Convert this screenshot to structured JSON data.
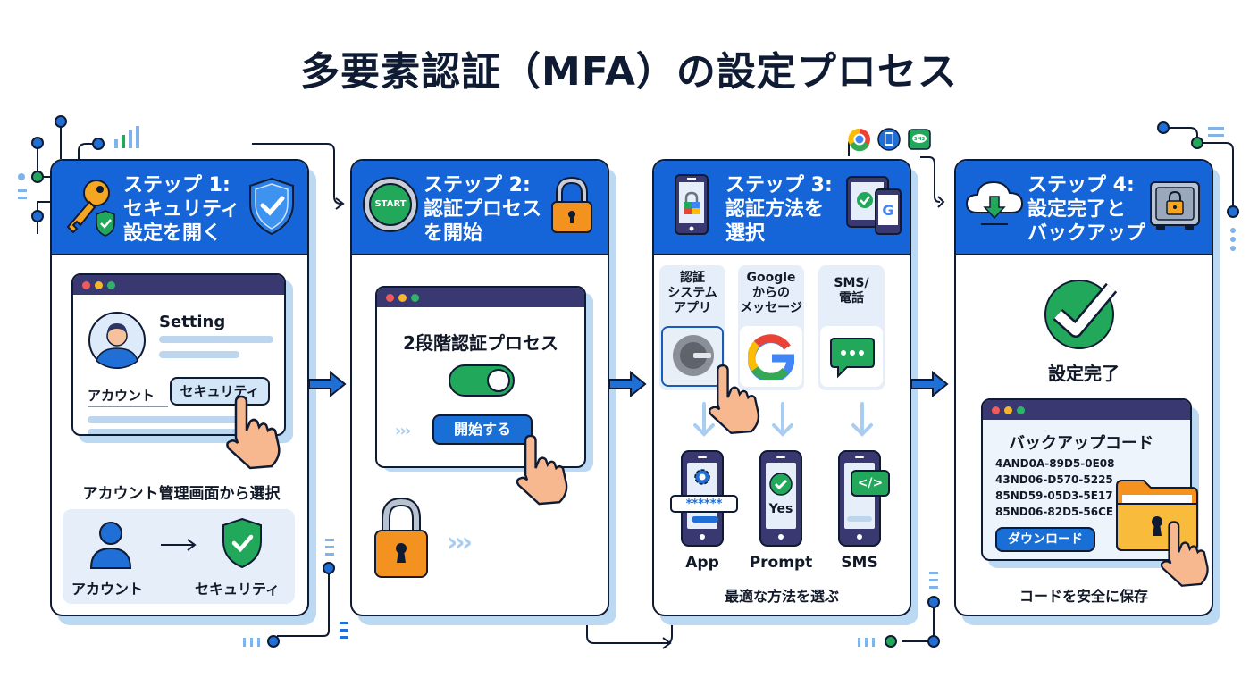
{
  "title": "多要素認証（MFA）の設定プロセス",
  "colors": {
    "header_blue": "#1565d8",
    "outline": "#0f1a33",
    "accent_green": "#22a85a",
    "accent_orange": "#f4921f",
    "light_blue": "#bcd9f3"
  },
  "steps": [
    {
      "title": "ステップ 1:\nセキュリティ\n設定を開く",
      "icons": [
        "key-icon",
        "small-shield-check-icon",
        "shield-check-icon"
      ],
      "window": {
        "heading": "Setting",
        "tab_account": "アカウント",
        "tab_security": "セキュリティ"
      },
      "caption": "アカウント管理画面から選択",
      "flow": {
        "from": "アカウント",
        "to": "セキュリティ"
      }
    },
    {
      "title": "ステップ 2:\n認証プロセス\nを開始",
      "icons": [
        "start-button-icon",
        "padlock-icon"
      ],
      "start_badge": "START",
      "window": {
        "heading": "2段階認証プロセス",
        "toggle_on": true,
        "button": "開始する",
        "chevrons": "›››"
      },
      "footer_chevrons": "›››"
    },
    {
      "title": "ステップ 3:\n認証方法を\n選択",
      "icons": [
        "phone-lock-icon",
        "devices-google-icon"
      ],
      "options": [
        {
          "label": "認証\nシステム\nアプリ",
          "icon": "authenticator-icon",
          "selected": true
        },
        {
          "label": "Google\nからの\nメッセージ",
          "icon": "google-g-icon",
          "selected": false
        },
        {
          "label": "SMS/\n電話",
          "icon": "chat-bubble-icon",
          "selected": false
        }
      ],
      "phones": [
        {
          "label": "App",
          "screen_text": "******"
        },
        {
          "label": "Prompt",
          "screen_text": "Yes"
        },
        {
          "label": "SMS",
          "screen_text": "</>"
        }
      ],
      "caption": "最適な方法を選ぶ",
      "top_badges": [
        "chrome-icon",
        "phone-icon",
        "sms-icon"
      ],
      "sms_badge": "SMS"
    },
    {
      "title": "ステップ 4:\n設定完了と\nバックアップ",
      "icons": [
        "cloud-download-icon",
        "safe-icon"
      ],
      "complete_label": "設定完了",
      "window": {
        "heading": "バックアップコード",
        "codes": [
          "4AND0A-89D5-0E08",
          "43ND06-D570-5225",
          "85ND59-05D3-5E17",
          "85ND06-82D5-56CE"
        ],
        "button": "ダウンロード"
      },
      "caption": "コードを安全に保存"
    }
  ]
}
